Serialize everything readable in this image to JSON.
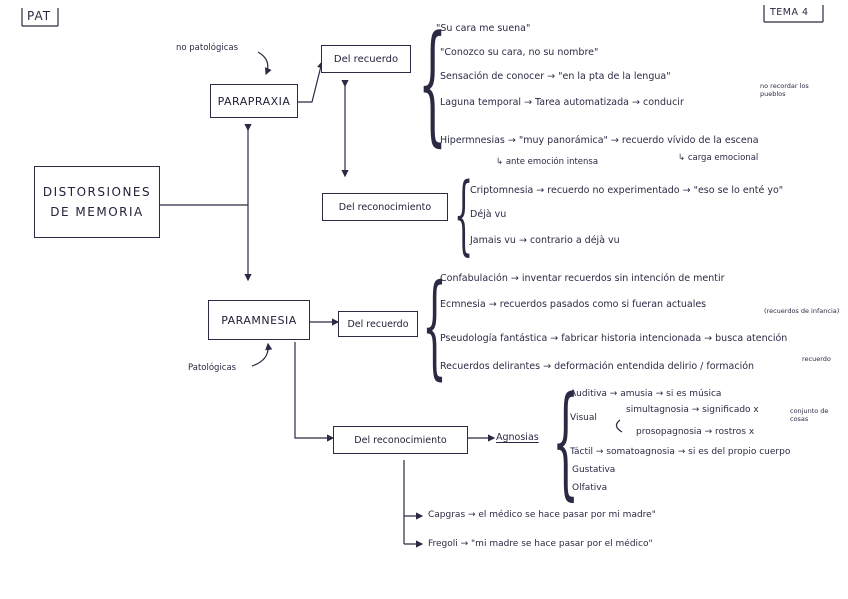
{
  "header": {
    "tag_left": "PAT",
    "tag_right": "TEMA 4"
  },
  "root": {
    "line1": "DISTORSIONES",
    "line2": "DE MEMORIA"
  },
  "labels": {
    "no_patologicas": "no patológicas",
    "patologicas": "Patológicas"
  },
  "paraprax": {
    "title": "PARAPRAXIA",
    "recuerdo": {
      "box": "Del recuerdo",
      "items": [
        "\"Su cara me suena\"",
        "\"Conozco su cara, no su nombre\"",
        "Sensación de conocer → \"en la pta de la lengua\"",
        "Laguna temporal → Tarea automatizada → conducir",
        "Hipermnesias → \"muy panorámica\" → recuerdo vívido de la escena"
      ],
      "note_pueblos": "no recordar los pueblos",
      "note_emocion": "↳ ante emoción intensa",
      "note_carga": "↳ carga emocional"
    },
    "reconocimiento": {
      "box": "Del reconocimiento",
      "items": [
        "Criptomnesia → recuerdo no experimentado → \"eso se lo enté yo\"",
        "Déjà vu",
        "Jamais vu → contrario a déjà vu"
      ]
    }
  },
  "paramnesia": {
    "title": "PARAMNESIA",
    "recuerdo": {
      "box": "Del recuerdo",
      "items": [
        "Confabulación → inventar recuerdos sin intención de mentir",
        "Ecmnesia → recuerdos pasados como si fueran actuales",
        "Pseudología fantástica → fabricar historia intencionada → busca atención",
        "Recuerdos delirantes → deformación entendida delirio / formación"
      ],
      "note_ecm": "(recuerdos de infancia)",
      "note_del": "recuerdo"
    },
    "reconocimiento": {
      "box": "Del reconocimiento",
      "agnosias": "Agnosias",
      "agn_items": [
        "Auditiva → amusia → si es música",
        "Visual",
        "simultagnosia → significado x",
        "prosopagnosia → rostros x",
        "Táctil → somatoagnosia → si es del propio cuerpo",
        "Gustativa",
        "Olfativa"
      ],
      "note_visual": "conjunto de cosas",
      "capgras": "Capgras → el médico se hace pasar por mi madre\"",
      "fregoli": "Fregoli → \"mi madre se hace pasar por el médico\""
    }
  }
}
